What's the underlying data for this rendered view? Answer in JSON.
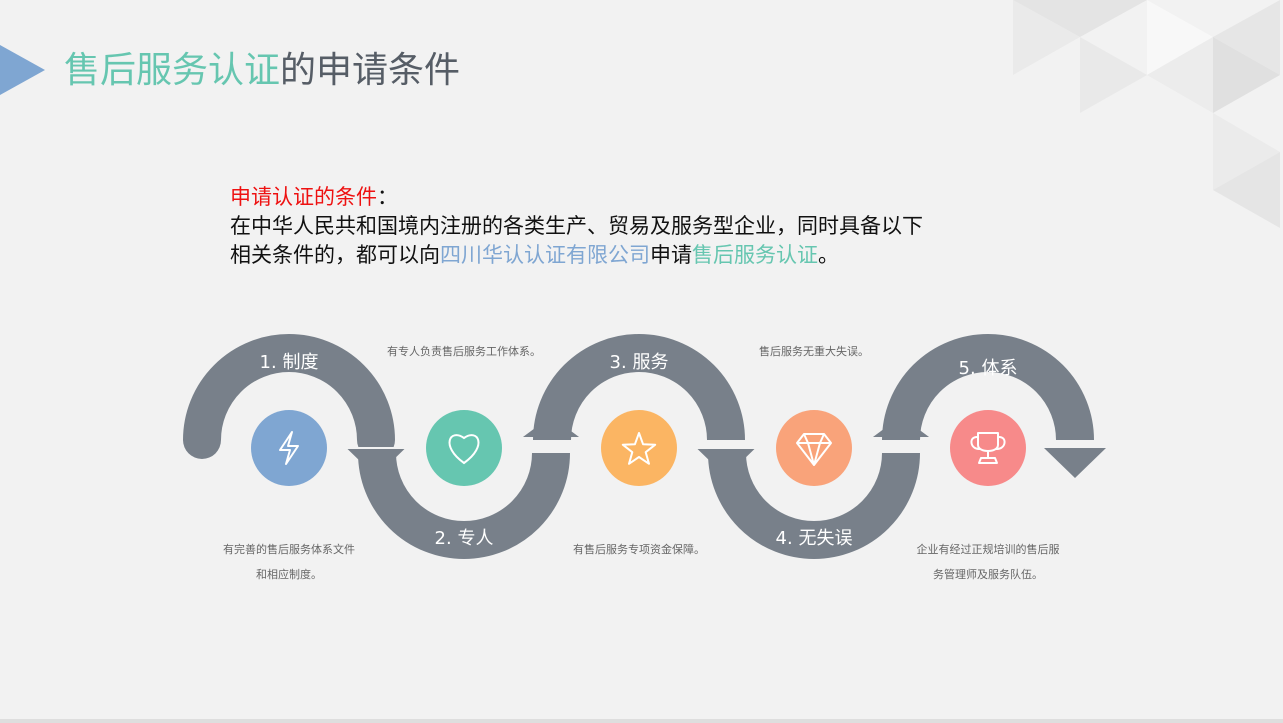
{
  "title": {
    "highlight": "售后服务认证",
    "rest": "的申请条件"
  },
  "intro": {
    "label": "申请认证的条件",
    "colon": "：",
    "line1": "在中华人民共和国境内注册的各类生产、贸易及服务型企业，同时具备以下",
    "line2_pre": "相关条件的，都可以向",
    "company": "四川华认认证有限公司",
    "line2_mid": "申请",
    "cert": "售后服务认证",
    "line2_end": "。"
  },
  "steps": [
    {
      "label": "1. 制度",
      "icon": "lightning-icon",
      "color": "#7fa6d2",
      "desc": [
        "有完善的售后服务体系文件",
        "和相应制度。"
      ]
    },
    {
      "label": "2. 专人",
      "icon": "heart-icon",
      "color": "#66c6b0",
      "desc": [
        "有专人负责售后服务工作体系。"
      ]
    },
    {
      "label": "3. 服务",
      "icon": "star-icon",
      "color": "#fbb563",
      "desc": [
        "有售后服务专项资金保障。"
      ]
    },
    {
      "label": "4. 无失误",
      "icon": "diamond-icon",
      "color": "#f9a37a",
      "desc": [
        "售后服务无重大失误。"
      ]
    },
    {
      "label": "5. 体系",
      "icon": "trophy-icon",
      "color": "#f78a8a",
      "desc": [
        "企业有经过正规培训的售后服",
        "务管理师及服务队伍。"
      ]
    }
  ],
  "colors": {
    "arrow": "#78808a",
    "accent_blue": "#7fa6d2",
    "accent_teal": "#66c6b0"
  }
}
